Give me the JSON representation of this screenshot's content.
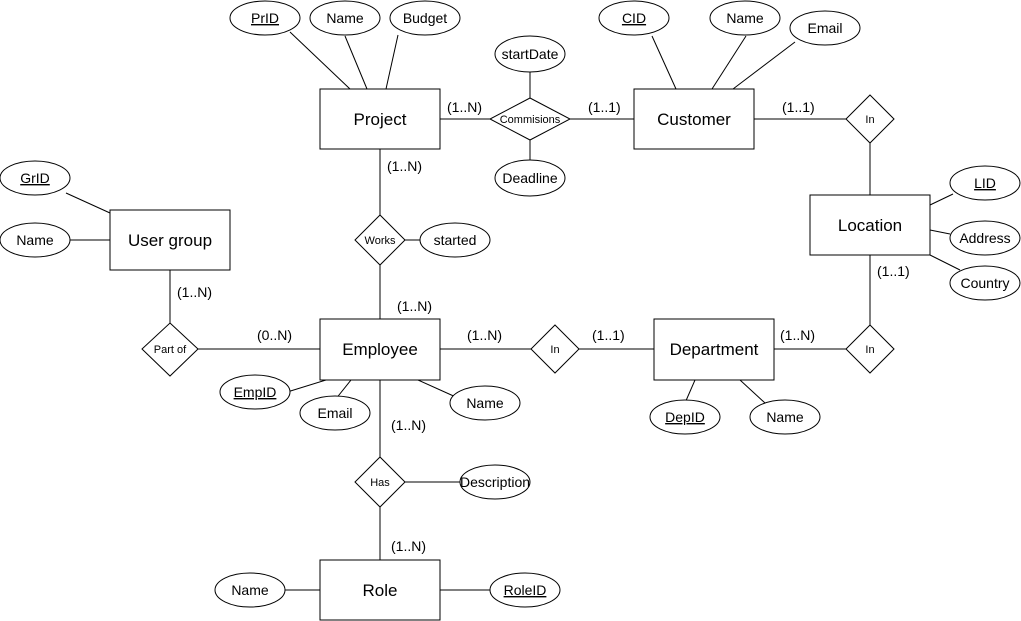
{
  "entities": {
    "project": "Project",
    "customer": "Customer",
    "location": "Location",
    "user_group": "User group",
    "employee": "Employee",
    "department": "Department",
    "role": "Role"
  },
  "relationships": {
    "commisions": "Commisions",
    "works": "Works",
    "in_customer_location": "In",
    "in_employee_department": "In",
    "in_department_location": "In",
    "part_of": "Part of",
    "has": "Has"
  },
  "attributes": {
    "project_prid": "PrID",
    "project_name": "Name",
    "project_budget": "Budget",
    "commisions_startdate": "startDate",
    "commisions_deadline": "Deadline",
    "customer_cid": "CID",
    "customer_name": "Name",
    "customer_email": "Email",
    "location_lid": "LID",
    "location_address": "Address",
    "location_country": "Country",
    "usergroup_grid": "GrID",
    "usergroup_name": "Name",
    "works_started": "started",
    "employee_empid": "EmpID",
    "employee_email": "Email",
    "employee_name": "Name",
    "department_depid": "DepID",
    "department_name": "Name",
    "has_description": "Description",
    "role_name": "Name",
    "role_roleid": "RoleID"
  },
  "cardinalities": {
    "project_commisions": "(1..N)",
    "customer_commisions": "(1..1)",
    "customer_in": "(1..1)",
    "project_works": "(1..N)",
    "employee_works": "(1..N)",
    "usergroup_partof": "(1..N)",
    "employee_partof": "(0..N)",
    "employee_in": "(1..N)",
    "department_in": "(1..1)",
    "department_in_location": "(1..N)",
    "location_in_department": "(1..1)",
    "employee_has": "(1..N)",
    "role_has": "(1..N)"
  }
}
